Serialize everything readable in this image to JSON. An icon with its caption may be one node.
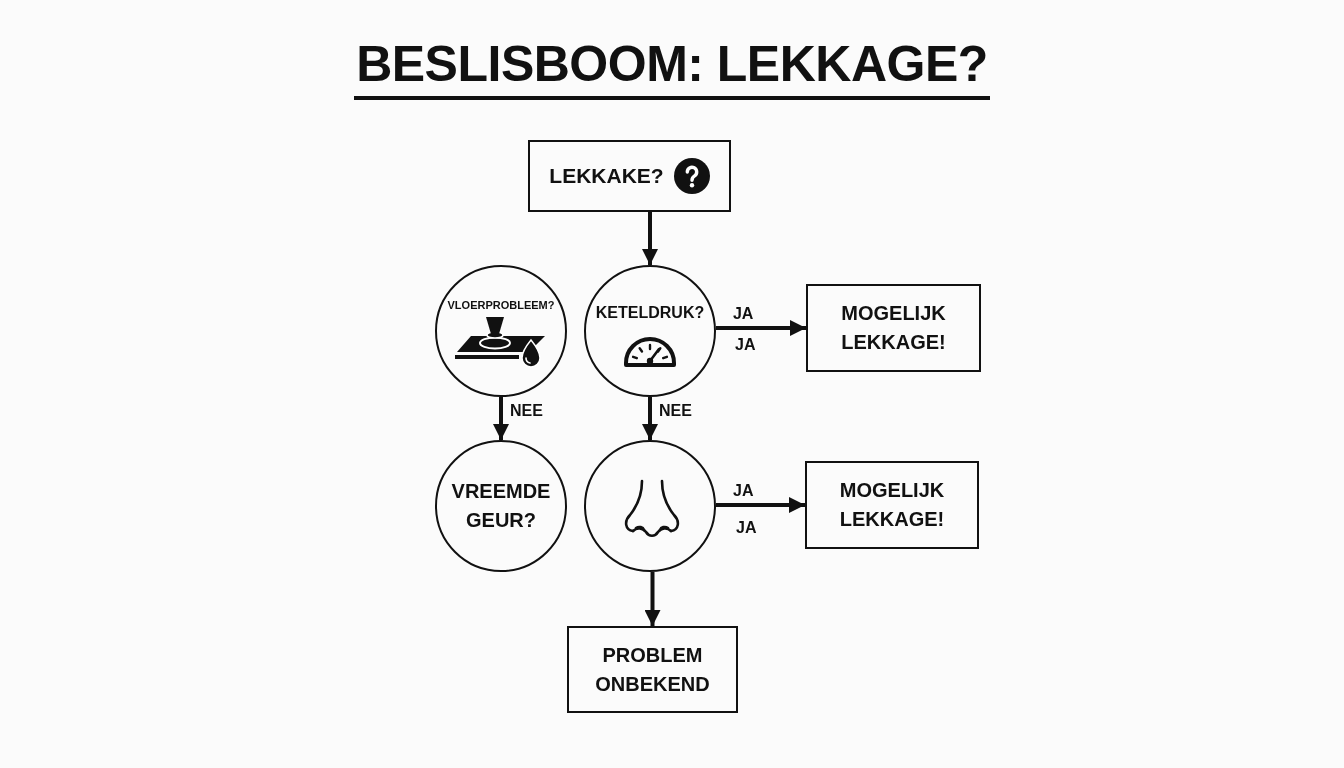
{
  "diagram": {
    "title": "BESLISBOOM: LEKKAGE?",
    "nodes": [
      {
        "text": [
          "LEKKAKE?"
        ]
      },
      {
        "text": [
          "VLOERPROBLEEM?"
        ]
      },
      {
        "text": [
          "KETELDRUK?"
        ]
      },
      {
        "text": [
          "MOGELIJK LEKKAGE!"
        ]
      },
      {
        "text": [
          "VREEMDE GEUR?"
        ]
      },
      {
        "text": [],
        "shape": "circle"
      },
      {
        "text": [
          "MOGELIJK LEKKAGE!"
        ]
      },
      {
        "text": [
          "PROBLEM ONBEKEND"
        ]
      }
    ],
    "edges": [
      {
        "from": 0,
        "to": 2,
        "arrow": "to"
      },
      {
        "from": 2,
        "to": 3,
        "arrow": "to",
        "label": "JA"
      },
      {
        "from": 1,
        "to": 4,
        "arrow": "to",
        "label": "NEE"
      },
      {
        "from": 2,
        "to": 5,
        "arrow": "to",
        "label": "NEE"
      },
      {
        "from": 5,
        "to": 6,
        "arrow": "to",
        "label": "JA"
      },
      {
        "from": 5,
        "to": 7,
        "arrow": "to"
      }
    ],
    "labels": [
      "JA",
      "JA"
    ]
  }
}
